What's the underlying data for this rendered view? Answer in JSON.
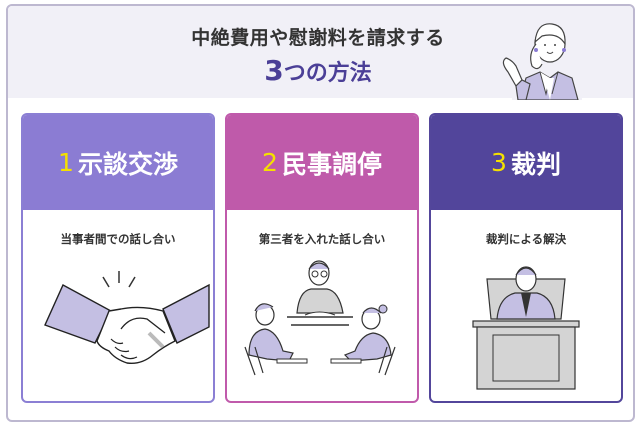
{
  "header": {
    "title_line1": "中絶費用や慰謝料を請求する",
    "title_number": "3",
    "title_rest": "つの方法",
    "illustration": "woman-presenting-icon"
  },
  "colors": {
    "card1": "#8b7cd3",
    "card2": "#bf5aaa",
    "card3": "#52459b",
    "number_accent": "#f5e000",
    "header_bg": "#f1f0f7",
    "title_accent": "#4b3f97"
  },
  "methods": [
    {
      "number": "1",
      "title": "示談交渉",
      "description": "当事者間での話し合い",
      "icon": "handshake-icon"
    },
    {
      "number": "2",
      "title": "民事調停",
      "description": "第三者を入れた話し合い",
      "icon": "mediation-meeting-icon"
    },
    {
      "number": "3",
      "title": "裁判",
      "description": "裁判による解決",
      "icon": "judge-at-bench-icon"
    }
  ]
}
